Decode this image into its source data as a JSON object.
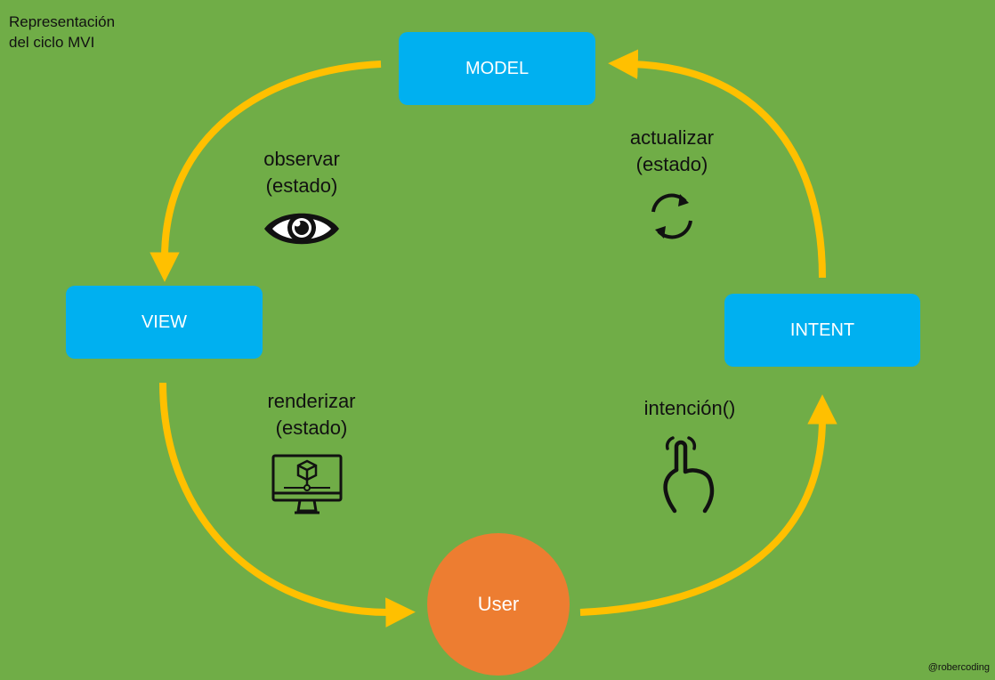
{
  "caption": "Representación\ndel ciclo MVI",
  "nodes": {
    "model": "MODEL",
    "view": "VIEW",
    "intent": "INTENT",
    "user": "User"
  },
  "edges": {
    "observar": "observar\n(estado)",
    "actualizar": "actualizar\n(estado)",
    "renderizar": "renderizar\n(estado)",
    "intencion": "intención()"
  },
  "icons": {
    "observar": "eye-icon",
    "actualizar": "sync-icon",
    "renderizar": "monitor-icon",
    "intencion": "tap-hand-icon"
  },
  "colors": {
    "background": "#70ad47",
    "box": "#00b0f0",
    "user": "#ed7d31",
    "arrow": "#ffc000"
  },
  "watermark": "@robercoding"
}
